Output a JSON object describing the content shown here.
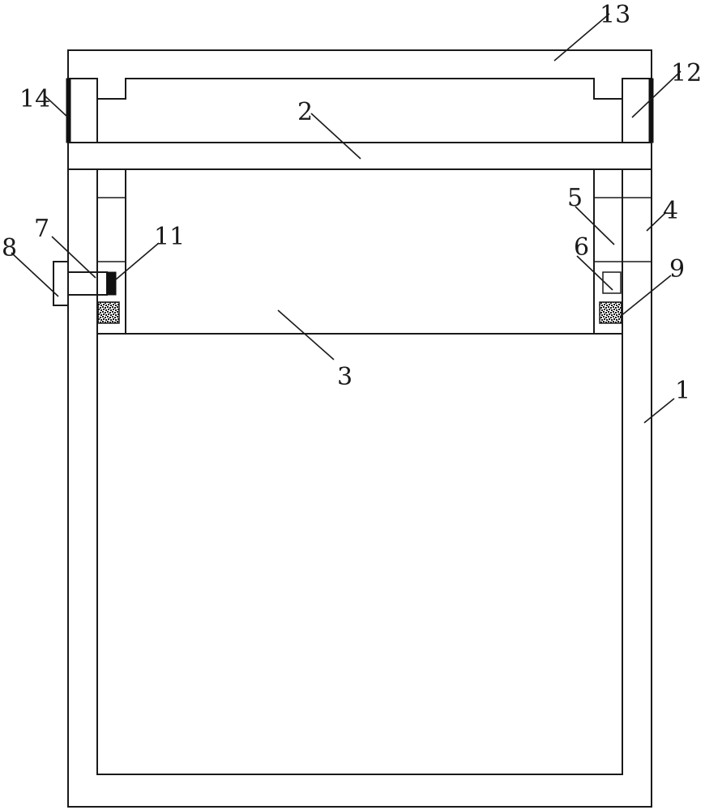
{
  "diagram": {
    "labels": {
      "l1": "1",
      "l2": "2",
      "l3": "3",
      "l4": "4",
      "l5": "5",
      "l6": "6",
      "l7": "7",
      "l8": "8",
      "l9": "9",
      "l11": "11",
      "l12": "12",
      "l13": "13",
      "l14": "14"
    }
  }
}
